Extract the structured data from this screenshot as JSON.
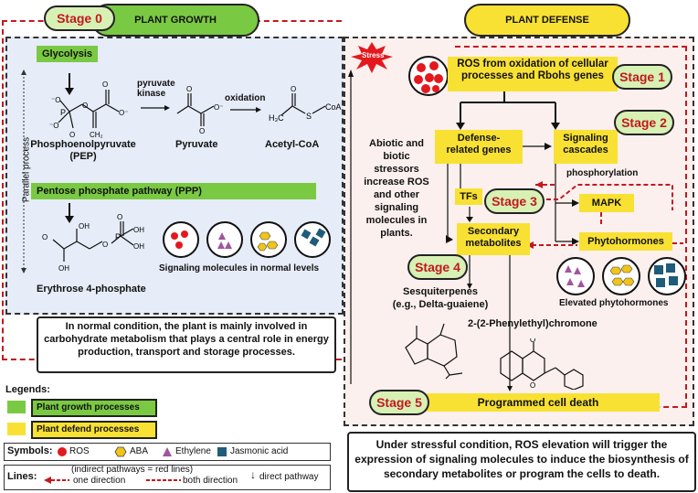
{
  "header": {
    "stage0": "Stage 0",
    "plant_growth_title": "PLANT GROWTH",
    "plant_defense_title": "PLANT DEFENSE"
  },
  "growth": {
    "glycolysis": "Glycolysis",
    "pyruvate_kinase": "pyruvate\nkinase",
    "oxidation": "oxidation",
    "pep": "Phosphoenolpyruvate\n(PEP)",
    "pyruvate": "Pyruvate",
    "acetylcoa": "Acetyl-CoA",
    "parallel": "Parallel process",
    "ppp": "Pentose phosphate pathway (PPP)",
    "erythrose": "Erythrose 4-phosphate",
    "signaling_normal": "Signaling molecules in normal levels",
    "note": "In normal condition, the plant is mainly involved in carbohydrate metabolism that plays a central role in energy production, transport and storage processes."
  },
  "defense": {
    "stress": "Stress",
    "ros_text": "ROS from oxidation of cellular processes and Rbohs genes",
    "stage1": "Stage 1",
    "stage2": "Stage 2",
    "stage3": "Stage 3",
    "stage4": "Stage 4",
    "stage5": "Stage 5",
    "stressors": "Abiotic and biotic stressors increase ROS and other signaling molecules in plants.",
    "defense_genes": "Defense-\nrelated genes",
    "signaling_cascades": "Signaling\ncascades",
    "phosphorylation": "phosphorylation",
    "tfs": "TFs",
    "mapk": "MAPK",
    "secondary": "Secondary\nmetabolites",
    "phytohormones": "Phytohormones",
    "sesquiterpenes": "Sesquiterpenes\n(e.g., Delta-guaiene)",
    "elevated": "Elevated phytohormones",
    "chromone": "2-(2-Phenylethyl)chromone",
    "pcd": "Programmed cell death",
    "note": "Under stressful condition, ROS elevation will trigger the expression of signaling molecules to induce the biosynthesis of secondary metabolites or program the cells to death."
  },
  "legend": {
    "title": "Legends:",
    "growth": "Plant growth processes",
    "defend": "Plant defend processes",
    "symbols_label": "Symbols:",
    "ros": "ROS",
    "aba": "ABA",
    "ethylene": "Ethylene",
    "jasmonic": "Jasmonic acid",
    "lines_label": "Lines:",
    "indirect": "(indirect pathways = red lines)",
    "one_dir": "one direction",
    "both_dir": "both direction",
    "direct": "direct pathway"
  },
  "colors": {
    "green": "#7ac943",
    "yellow": "#f9e133",
    "red": "#c3181f",
    "blue_panel": "#e6ecf8",
    "pink_panel": "#fbf0ee"
  }
}
